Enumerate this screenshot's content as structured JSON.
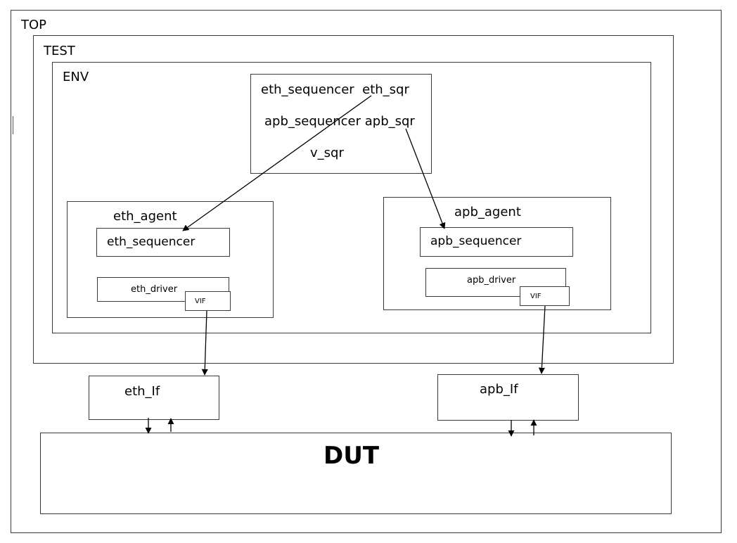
{
  "top": {
    "label": "TOP"
  },
  "test": {
    "label": "TEST"
  },
  "env": {
    "label": "ENV"
  },
  "virtual_sequencer": {
    "line1": "eth_sequencer  eth_sqr",
    "line2": "apb_sequencer apb_sqr",
    "line3": "v_sqr"
  },
  "eth_agent": {
    "label": "eth_agent",
    "sequencer": "eth_sequencer",
    "driver": "eth_driver",
    "vif": "VIF"
  },
  "apb_agent": {
    "label": "apb_agent",
    "sequencer": "apb_sequencer",
    "driver": "apb_driver",
    "vif": "VIF"
  },
  "interfaces": {
    "eth": "eth_If",
    "apb": "apb_If"
  },
  "dut": {
    "label": "DUT"
  }
}
